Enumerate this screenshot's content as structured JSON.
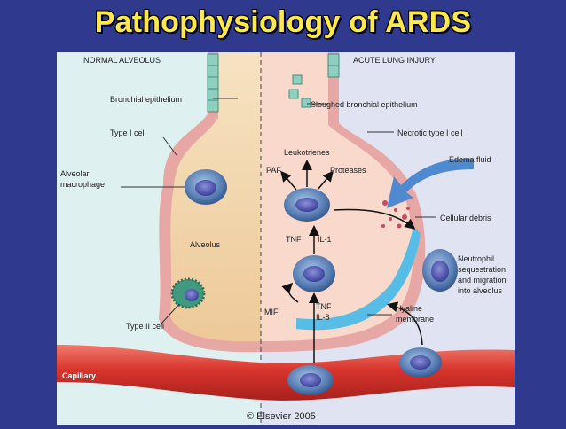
{
  "title": "Pathophysiology of ARDS",
  "figure": {
    "left_panel_title": "NORMAL ALVEOLUS",
    "right_panel_title": "ACUTE LUNG INJURY",
    "labels": {
      "bronchial_epithelium": "Bronchial epithelium",
      "type_i_cell": "Type I cell",
      "alveolar_macrophage_line1": "Alveolar",
      "alveolar_macrophage_line2": "macrophage",
      "alveolus": "Alveolus",
      "type_ii_cell": "Type II cell",
      "capillary": "Capillary",
      "sloughed_bronchial_epithelium": "Sloughed bronchial epithelium",
      "necrotic_type_i_cell": "Necrotic type I cell",
      "leukotrienes": "Leukotrienes",
      "paf": "PAF",
      "proteases": "Proteases",
      "edema_fluid": "Edema fluid",
      "cellular_debris": "Cellular debris",
      "tnf_top": "TNF",
      "il_1": "IL-1",
      "tnf_bottom": "TNF",
      "il_8": "IL-8",
      "mif": "MIF",
      "neutrophil_line1": "Neutrophil",
      "neutrophil_line2": "sequestration",
      "neutrophil_line3": "and migration",
      "neutrophil_line4": "into alveolus",
      "hyaline_line1": "Hyaline",
      "hyaline_line2": "membrane"
    },
    "copyright": "© Elsevier 2005"
  },
  "colors": {
    "background": "#2f3a8f",
    "title": "#ffe94a",
    "left_panel": "#dff0f0",
    "right_panel": "#dfe3f2",
    "capillary": "#d8342c",
    "alveolus_fill": "#f3d9ae",
    "injury_fill": "#f8d9cc",
    "cell": "#5a7fb4",
    "hyaline": "#58bde6"
  }
}
